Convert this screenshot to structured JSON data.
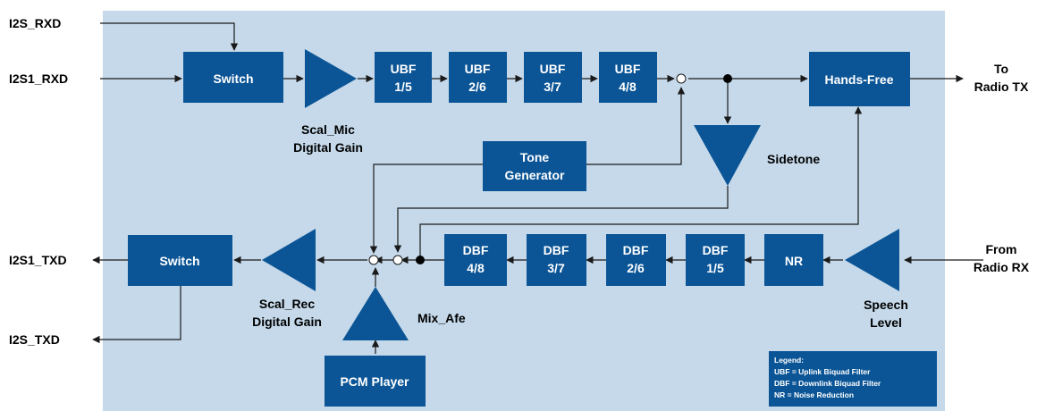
{
  "colors": {
    "panel": "#c5d9ea",
    "block": "#0b5596",
    "block_text": "#ffffff",
    "wire": "#1a1a1a",
    "label": "#000000"
  },
  "signals": {
    "i2s_rxd": "I2S_RXD",
    "i2s1_rxd": "I2S1_RXD",
    "to_radio_tx_1": "To",
    "to_radio_tx_2": "Radio TX",
    "i2s1_txd": "I2S1_TXD",
    "i2s_txd": "I2S_TXD",
    "from_radio_rx_1": "From",
    "from_radio_rx_2": "Radio RX"
  },
  "blocks": {
    "switch_up": "Switch",
    "switch_down": "Switch",
    "ubf1": [
      "UBF",
      "1/5"
    ],
    "ubf2": [
      "UBF",
      "2/6"
    ],
    "ubf3": [
      "UBF",
      "3/7"
    ],
    "ubf4": [
      "UBF",
      "4/8"
    ],
    "hands_free": "Hands-Free",
    "tone_generator": [
      "Tone",
      "Generator"
    ],
    "dbf4": [
      "DBF",
      "4/8"
    ],
    "dbf3": [
      "DBF",
      "3/7"
    ],
    "dbf2": [
      "DBF",
      "2/6"
    ],
    "dbf1": [
      "DBF",
      "1/5"
    ],
    "nr": "NR",
    "pcm_player": "PCM Player"
  },
  "gains": {
    "scal_mic": [
      "Scal_Mic",
      "Digital Gain"
    ],
    "sidetone": "Sidetone",
    "scal_rec": [
      "Scal_Rec",
      "Digital Gain"
    ],
    "mix_afe": "Mix_Afe",
    "speech_level": [
      "Speech",
      "Level"
    ]
  },
  "legend": {
    "title": "Legend:",
    "lines": [
      "UBF = Uplink Biquad Filter",
      "DBF = Downlink Biquad Filter",
      "NR = Noise Reduction"
    ]
  }
}
